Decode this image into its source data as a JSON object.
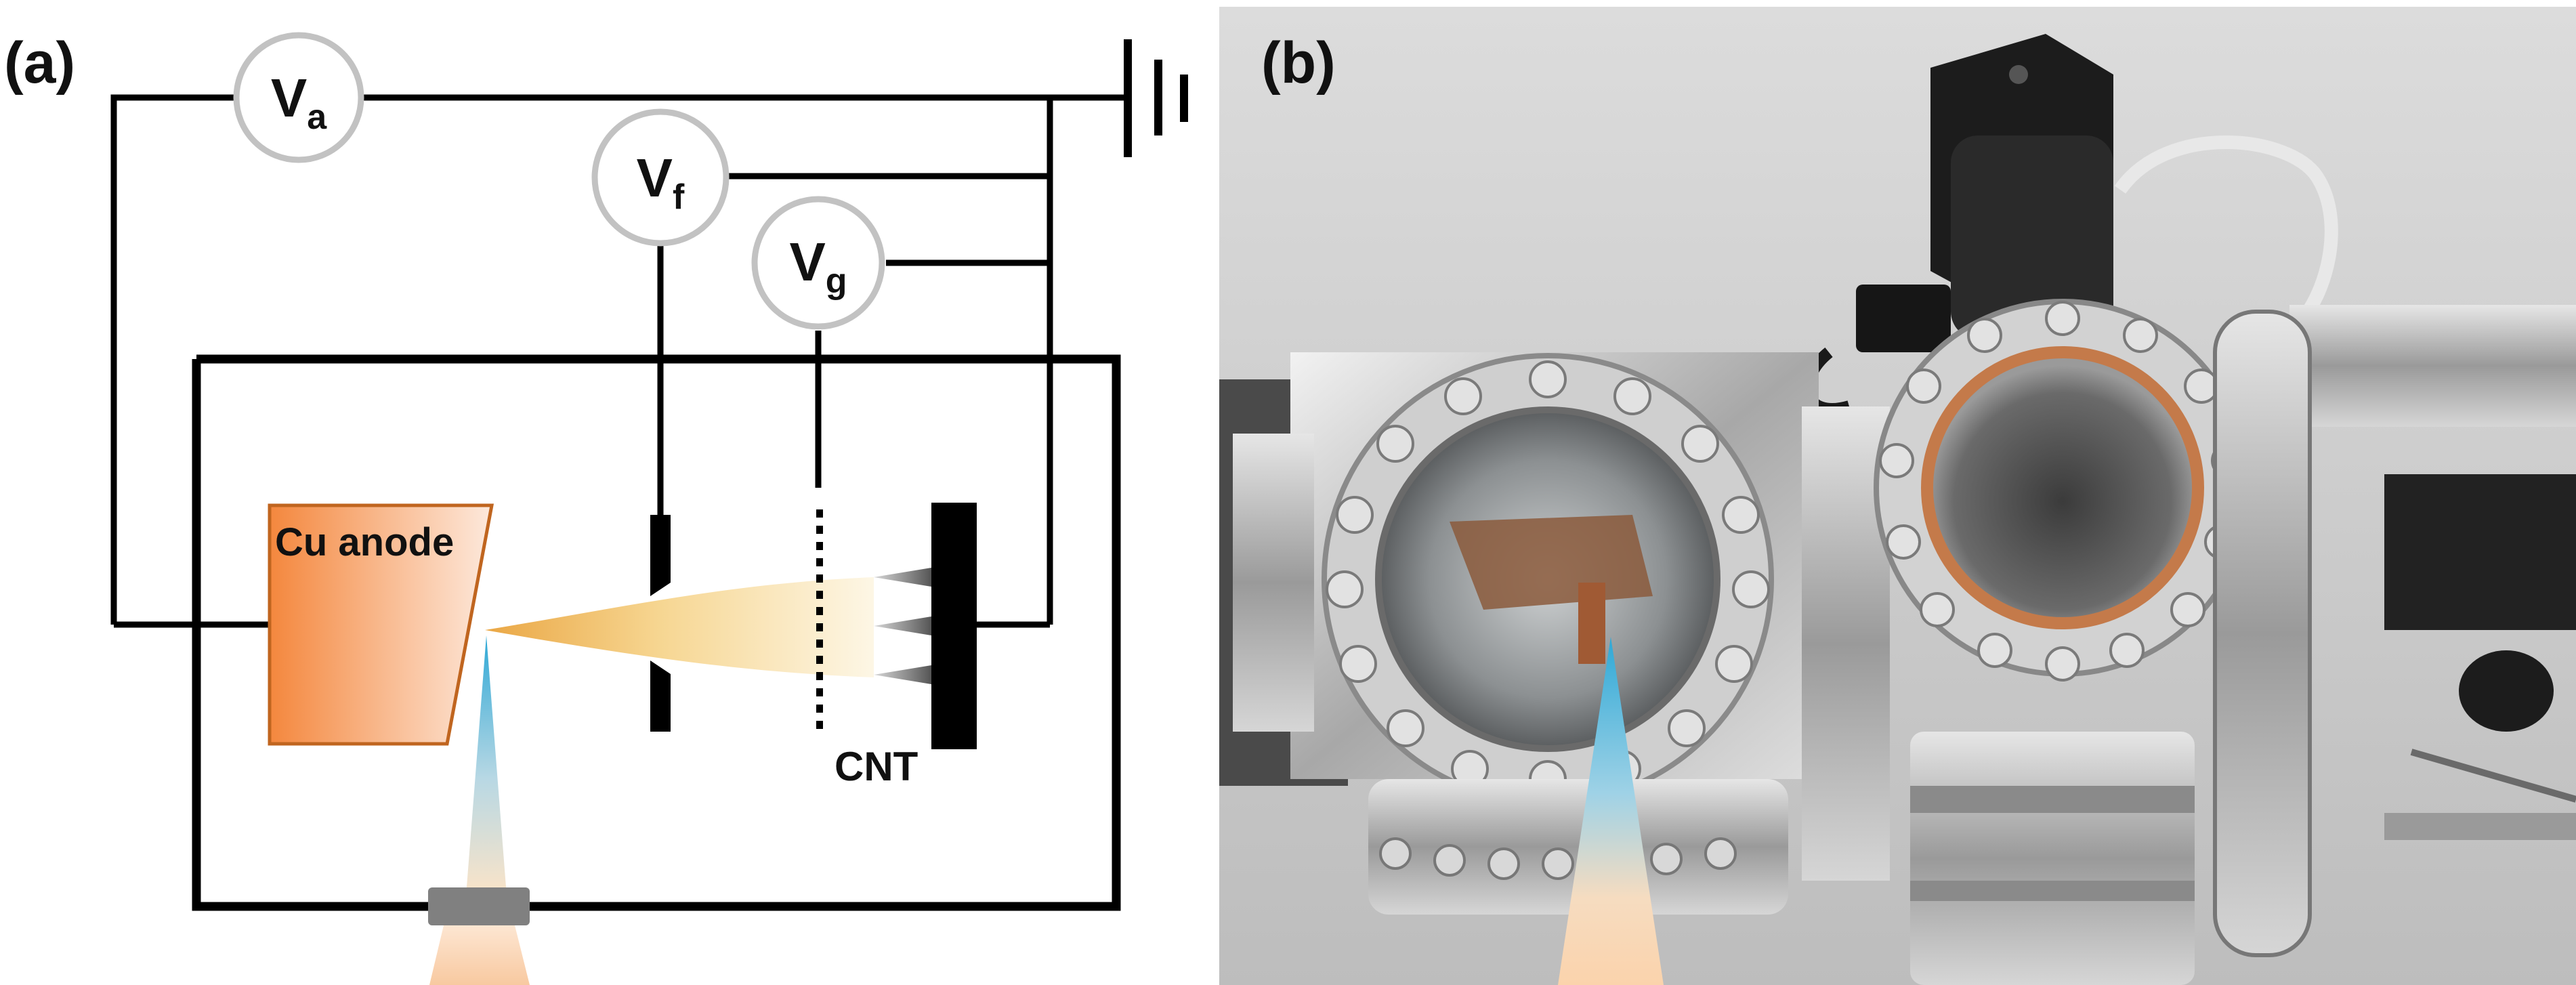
{
  "panel_a": {
    "label": "(a)",
    "meters": [
      {
        "symbol": "V",
        "subscript": "a"
      },
      {
        "symbol": "V",
        "subscript": "f"
      },
      {
        "symbol": "V",
        "subscript": "g"
      }
    ],
    "anode_label": "Cu anode",
    "emitter_label": "CNT"
  },
  "panel_b": {
    "label": "(b)"
  },
  "colors": {
    "anode_orange": "#f4873d",
    "xray_blue": "#2ea8d6",
    "beam_yellow": "#f3c66a",
    "wire": "#000000",
    "meter_outline": "#c2c2c2",
    "window_gray": "#808080"
  }
}
